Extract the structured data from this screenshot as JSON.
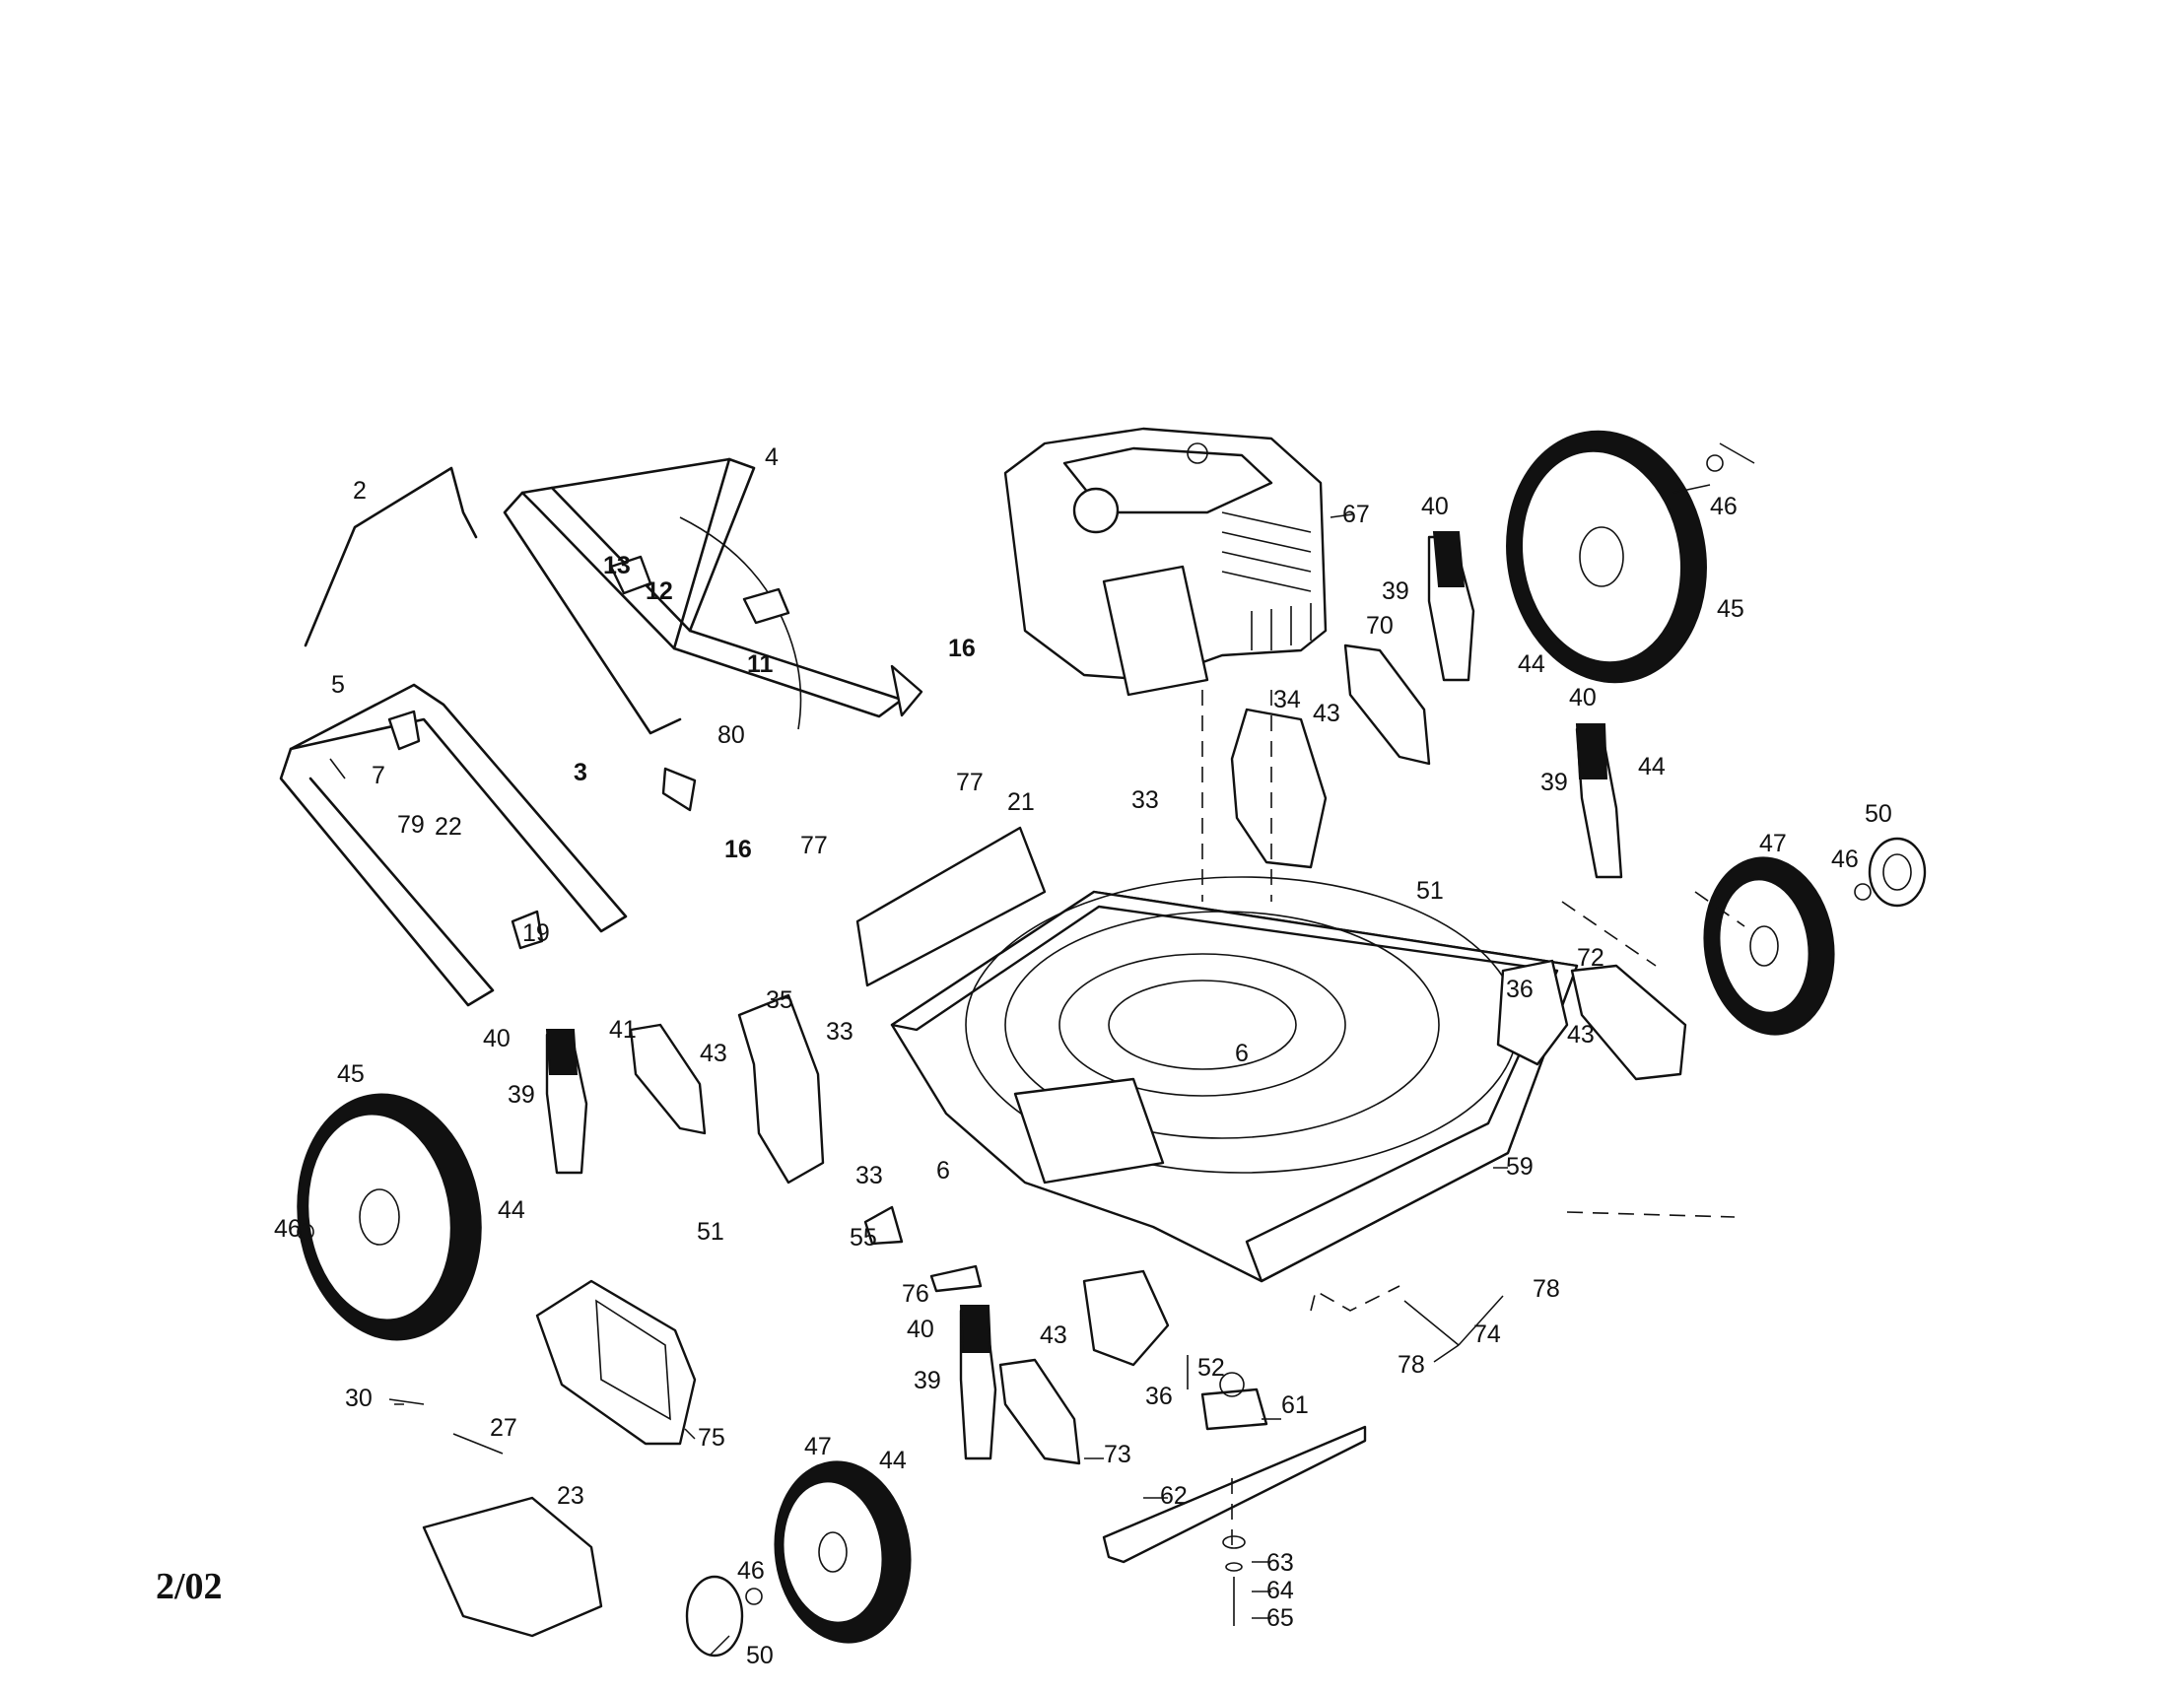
{
  "date_stamp": "2/02",
  "callouts": {
    "c2": "2",
    "c4": "4",
    "c67": "67",
    "c46a": "46",
    "c40a": "40",
    "c45a": "45",
    "c13": "13",
    "c12": "12",
    "c39a": "39",
    "c11": "11",
    "c16a": "16",
    "c70": "70",
    "c44a": "44",
    "c5": "5",
    "c80": "80",
    "c34": "34",
    "c43a": "43",
    "c40b": "40",
    "c7": "7",
    "c3": "3",
    "c79": "79",
    "c22": "22",
    "c16b": "16",
    "c77a": "77",
    "c21": "21",
    "c33a": "33",
    "c44b": "44",
    "c39b": "39",
    "c50a": "50",
    "c47a": "47",
    "c46b": "46",
    "c77b": "77",
    "c51a": "51",
    "c19": "19",
    "c72": "72",
    "c36a": "36",
    "c35": "35",
    "c41": "41",
    "c40c": "40",
    "c43b": "43",
    "c33b": "33",
    "c45b": "45",
    "c39c": "39",
    "c6a": "6",
    "c43c": "43",
    "c6b": "6",
    "c59": "59",
    "c33c": "33",
    "c44c": "44",
    "c51b": "51",
    "c46c": "46",
    "c55": "55",
    "c78a": "78",
    "c76": "76",
    "c74": "74",
    "c40d": "40",
    "c43d": "43",
    "c78b": "78",
    "c52": "52",
    "c36b": "36",
    "c30": "30",
    "c39d": "39",
    "c61": "61",
    "c27": "27",
    "c75": "75",
    "c73": "73",
    "c47b": "47",
    "c44d": "44",
    "c62": "62",
    "c23": "23",
    "c46d": "46",
    "c63": "63",
    "c64": "64",
    "c65": "65",
    "c50b": "50"
  }
}
